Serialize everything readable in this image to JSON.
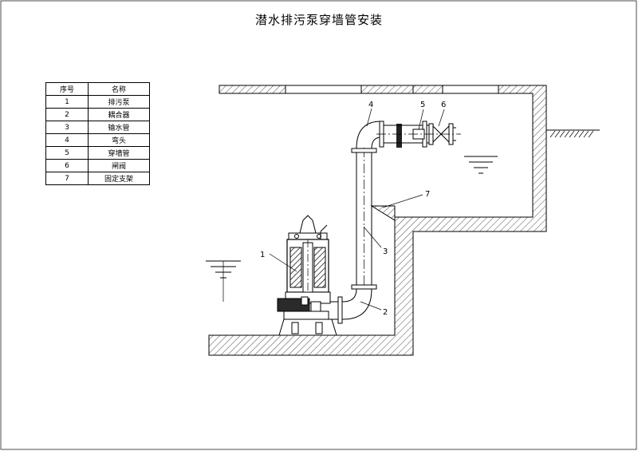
{
  "title": "潜水排污泵穿墙管安装",
  "legend": {
    "headers": [
      "序号",
      "名称"
    ],
    "rows": [
      {
        "no": "1",
        "name": "排污泵"
      },
      {
        "no": "2",
        "name": "耦合器"
      },
      {
        "no": "3",
        "name": "输水管"
      },
      {
        "no": "4",
        "name": "弯头"
      },
      {
        "no": "5",
        "name": "穿墙管"
      },
      {
        "no": "6",
        "name": "闸阀"
      },
      {
        "no": "7",
        "name": "固定支架"
      }
    ]
  },
  "callouts": [
    "1",
    "2",
    "3",
    "4",
    "5",
    "6",
    "7"
  ]
}
